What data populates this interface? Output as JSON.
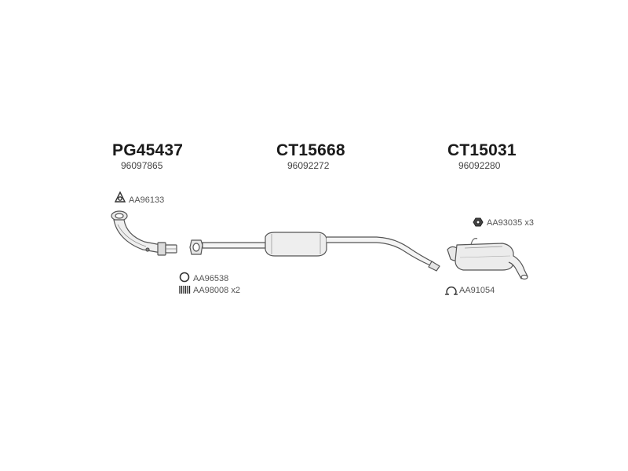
{
  "parts": [
    {
      "code": "PG45437",
      "oe": "96097865"
    },
    {
      "code": "CT15668",
      "oe": "96092272"
    },
    {
      "code": "CT15031",
      "oe": "96092280"
    }
  ],
  "accessories": [
    {
      "ref": "AA96133",
      "icon": "triangular-gasket-icon"
    },
    {
      "ref": "AA96538",
      "icon": "ring-gasket-icon"
    },
    {
      "ref": "AA98008 x2",
      "icon": "spring-icon"
    },
    {
      "ref": "AA93035 x3",
      "icon": "hex-nut-icon"
    },
    {
      "ref": "AA91054",
      "icon": "pipe-clamp-icon"
    }
  ]
}
